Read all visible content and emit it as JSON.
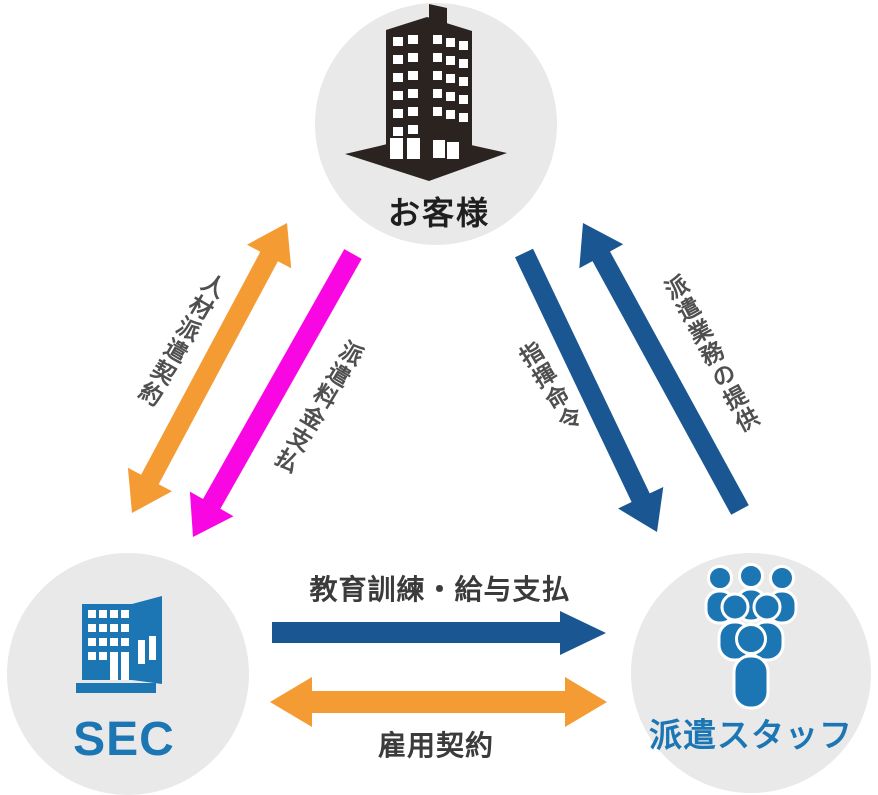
{
  "colors": {
    "orange": "#f49b33",
    "magenta": "#f907e3",
    "dark_blue": "#1a5692",
    "icon_blue": "#1d76b4",
    "circle_gray": "#e9e9ea",
    "building_dark": "#2b2320",
    "rotated_label_gray": "#4f4f4f",
    "label_dark": "#3b3b3b"
  },
  "nodes": {
    "customer": {
      "label": "お客様",
      "icon": "office-tower-icon"
    },
    "sec": {
      "label": "SEC",
      "icon": "company-building-icon"
    },
    "staff": {
      "label": "派遣スタッフ",
      "icon": "people-group-icon"
    }
  },
  "arrows": {
    "jinzai_haken_keiyaku": {
      "label": "人材派遣契約",
      "color": "#f49b33",
      "from": "SEC",
      "to": "お客様",
      "double_headed": true
    },
    "haken_ryokin_shiharai": {
      "label": "派遣料金支払",
      "color": "#f907e3",
      "from": "お客様",
      "to": "SEC",
      "double_headed": false
    },
    "shiki_meirei": {
      "label": "指揮命令",
      "color": "#1a5692",
      "from": "お客様",
      "to": "派遣スタッフ",
      "double_headed": false
    },
    "haken_gyomu_no_teikyo": {
      "label": "派遣業務の提供",
      "color": "#1a5692",
      "from": "派遣スタッフ",
      "to": "お客様",
      "double_headed": false
    },
    "kyoiku_kunren_kyuyo_shiharai": {
      "label": "教育訓練・給与支払",
      "color": "#1a5692",
      "from": "SEC",
      "to": "派遣スタッフ",
      "double_headed": false
    },
    "koyo_keiyaku": {
      "label": "雇用契約",
      "color": "#f49b33",
      "from": "SEC",
      "to": "派遣スタッフ",
      "double_headed": true
    }
  }
}
